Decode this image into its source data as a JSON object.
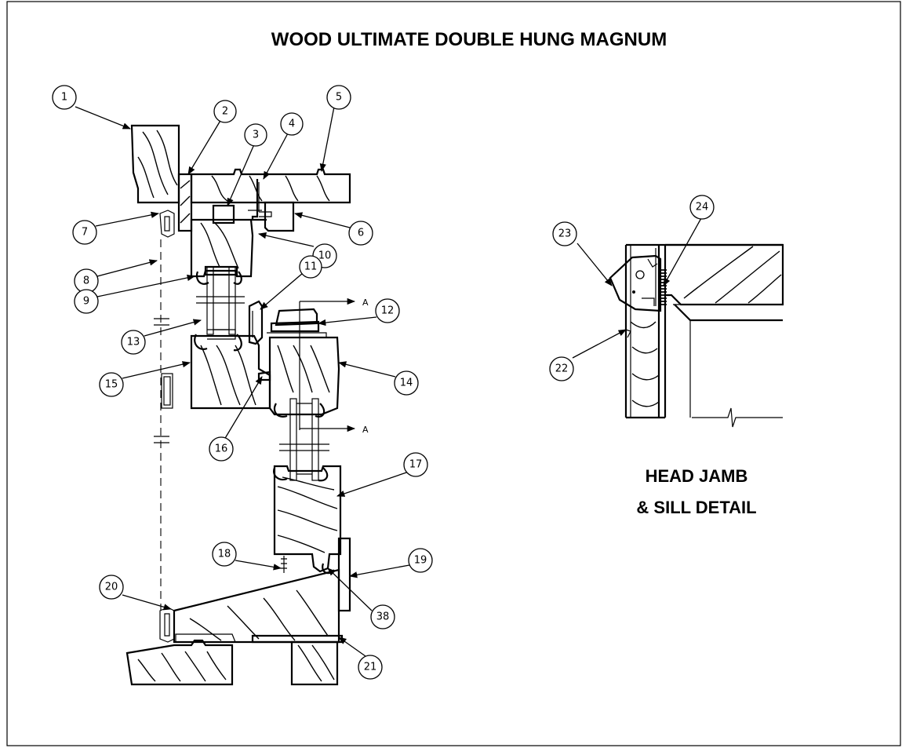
{
  "title": "WOOD ULTIMATE DOUBLE HUNG MAGNUM",
  "detail_caption": [
    "HEAD JAMB",
    "& SILL DETAIL"
  ],
  "section_marker": "A",
  "callouts": [
    "1",
    "2",
    "3",
    "4",
    "5",
    "6",
    "7",
    "8",
    "9",
    "10",
    "11",
    "12",
    "13",
    "14",
    "15",
    "16",
    "17",
    "18",
    "19",
    "20",
    "21",
    "22",
    "23",
    "24",
    "38"
  ]
}
